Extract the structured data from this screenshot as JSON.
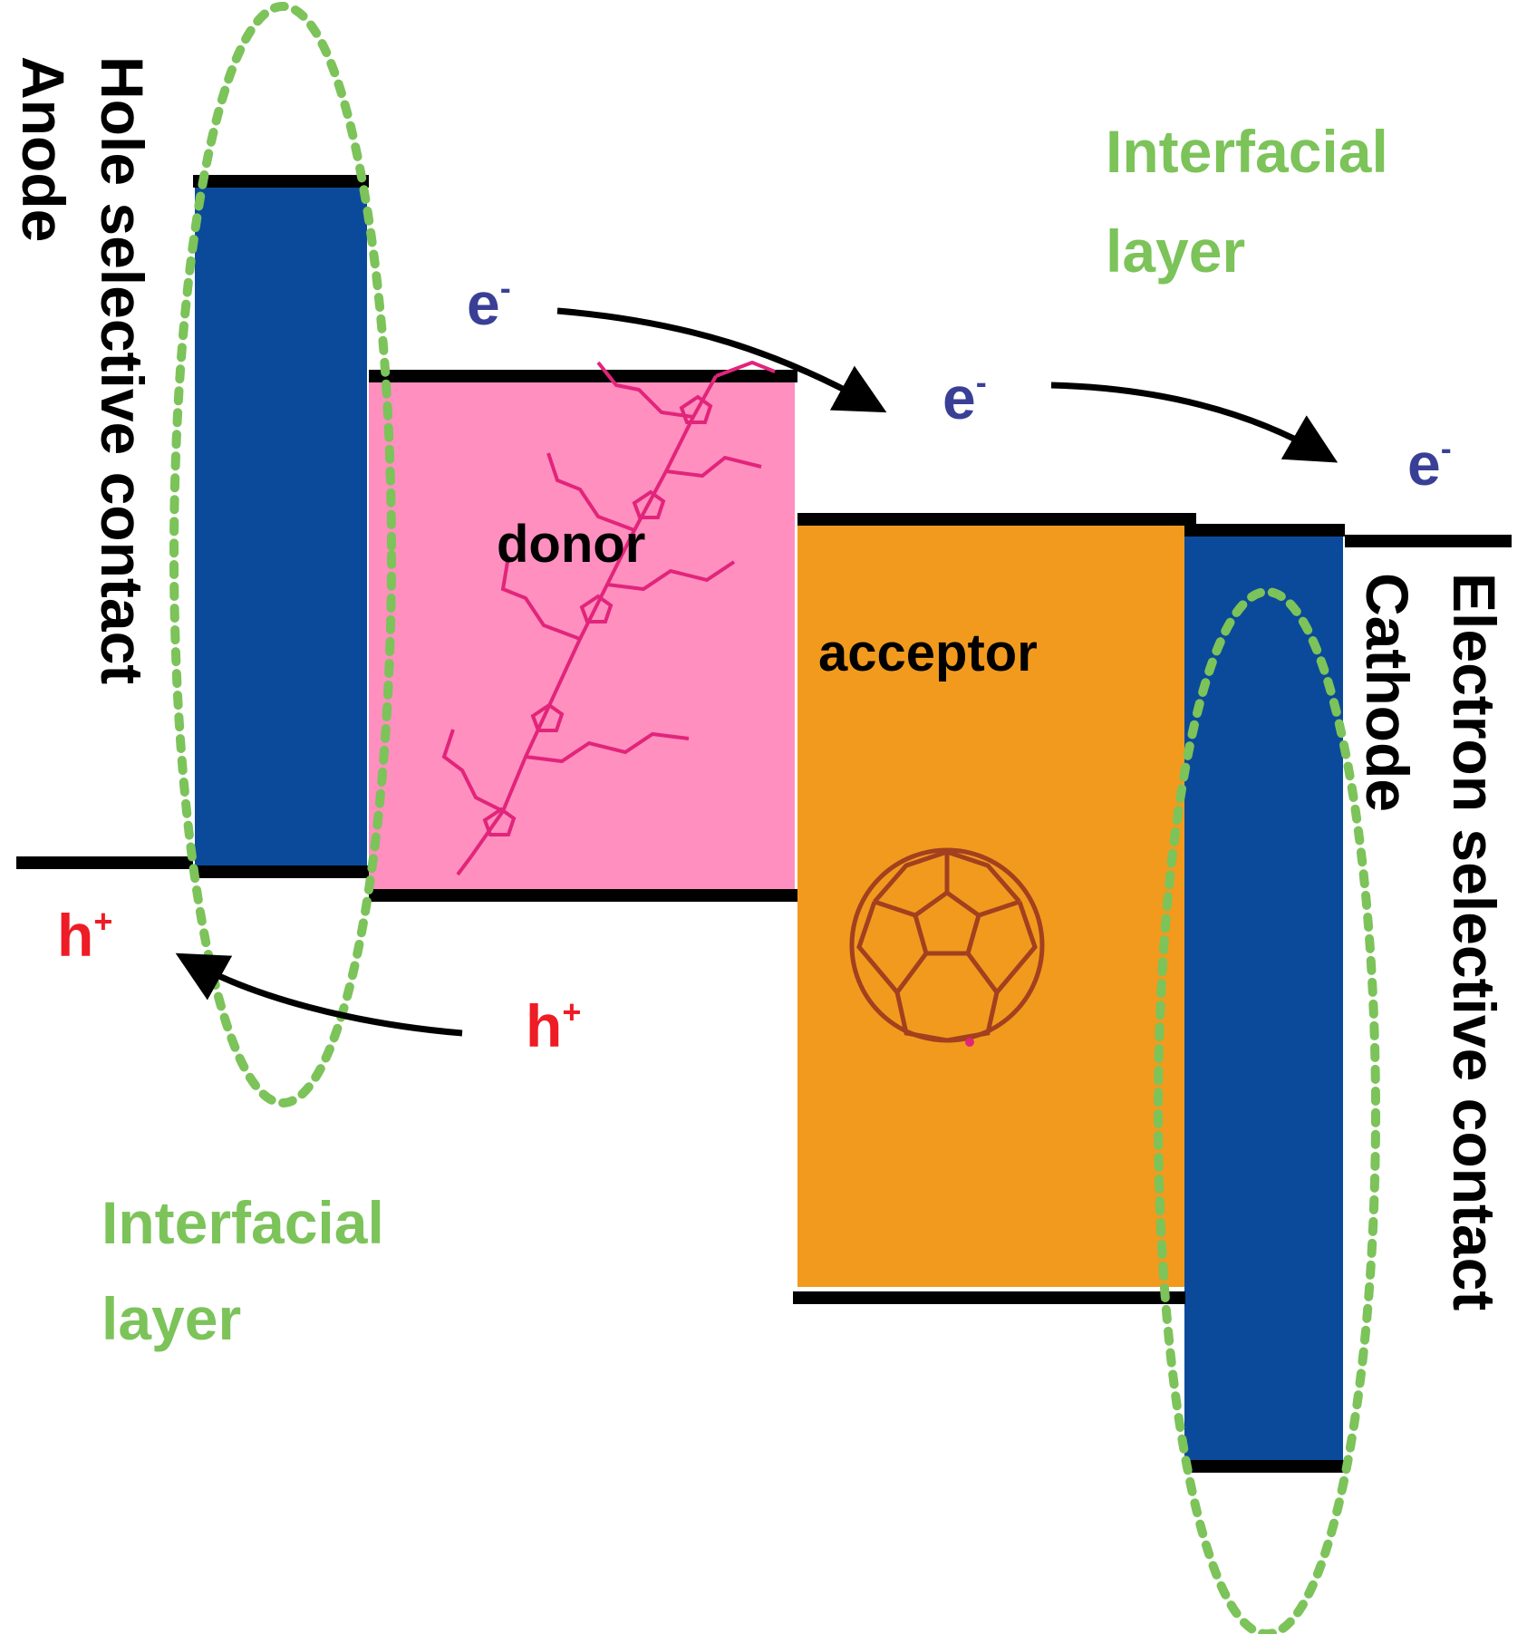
{
  "labels": {
    "anode": "Anode",
    "hole_contact": "Hole selective contact",
    "cathode": "Cathode",
    "electron_contact": "Electron selective contact",
    "donor": "donor",
    "acceptor": "acceptor",
    "interfacial_top": [
      "Interfacial",
      "layer"
    ],
    "interfacial_bottom": [
      "Interfacial",
      "layer"
    ]
  },
  "carriers": {
    "electron": {
      "base": "e",
      "sup": "-"
    },
    "hole": {
      "base": "h",
      "sup": "+"
    }
  },
  "colors": {
    "contact_blue": "#0b4a9a",
    "donor_pink": "#ff8fbf",
    "acceptor_orange": "#f29a1e",
    "interfacial_green": "#7cc35a",
    "electron_label": "#3a3f96",
    "hole_label": "#ee1c25",
    "donor_molecule": "#e2247a",
    "fullerene": "#a2401f"
  },
  "icons": {
    "donor_molecule": "polythiophene-molecule-icon",
    "acceptor_molecule": "fullerene-c60-icon"
  }
}
